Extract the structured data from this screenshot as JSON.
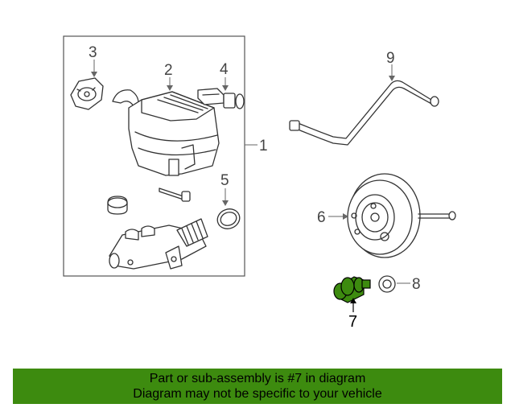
{
  "diagram": {
    "callouts": {
      "c1": "1",
      "c2": "2",
      "c3": "3",
      "c4": "4",
      "c5": "5",
      "c6": "6",
      "c7": "7",
      "c8": "8",
      "c9": "9"
    },
    "highlight_color": "#3d8b0f",
    "highlighted_part": "7"
  },
  "banner": {
    "line1": "Part or sub-assembly is #7 in diagram",
    "line2": "Diagram may not be specific to your vehicle",
    "background": "#3d8b0f"
  }
}
